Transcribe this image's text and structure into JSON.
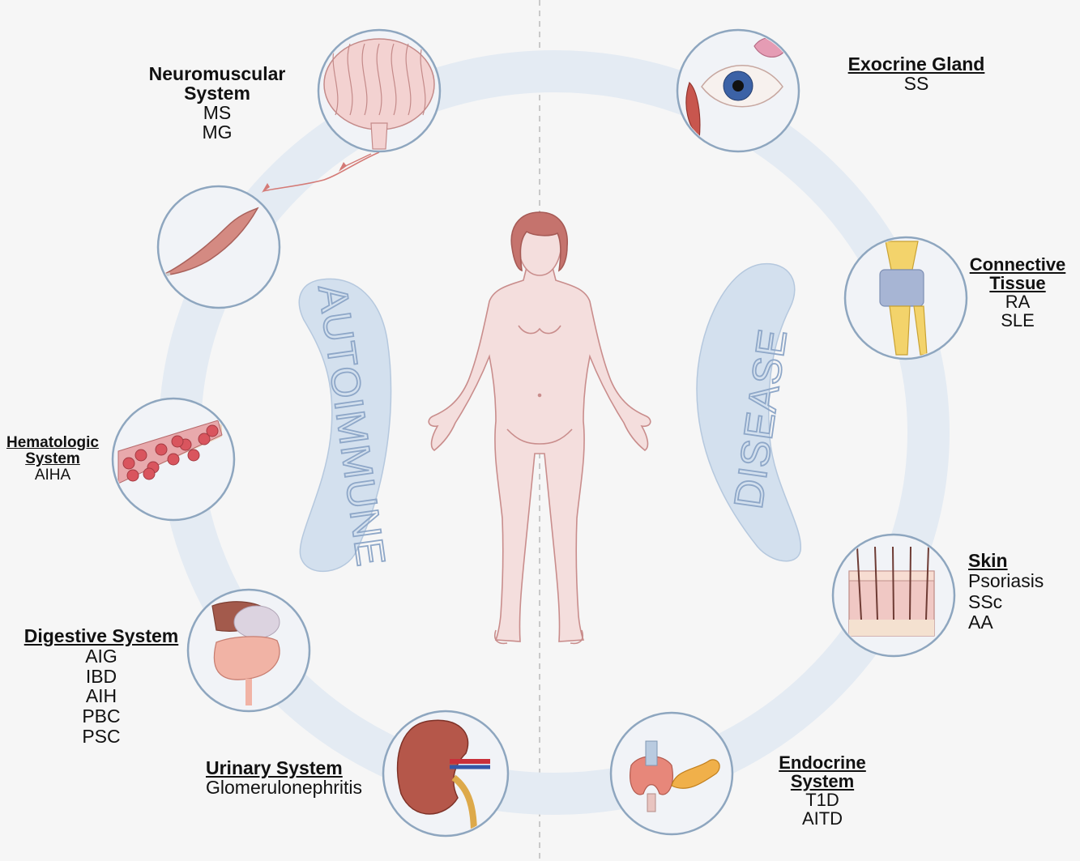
{
  "banner_left": "AUTOIMMUNE",
  "banner_right": "DISEASE",
  "systems": [
    {
      "id": "neuro",
      "title_lines": [
        "Neuromuscular",
        "System"
      ],
      "underline": false,
      "diseases": [
        "MS",
        "MG"
      ],
      "icon": "brain-icon"
    },
    {
      "id": "muscle",
      "title_lines": [],
      "diseases": [],
      "icon": "muscle-icon"
    },
    {
      "id": "heme",
      "title_lines": [
        "Hematologic",
        "System"
      ],
      "underline": true,
      "diseases": [
        "AIHA"
      ],
      "icon": "blood-vessel-icon"
    },
    {
      "id": "digestive",
      "title_lines": [
        "Digestive System"
      ],
      "underline": true,
      "diseases": [
        "AIG",
        "IBD",
        "AIH",
        "PBC",
        "PSC"
      ],
      "icon": "digestive-organs-icon"
    },
    {
      "id": "urinary",
      "title_lines": [
        "Urinary System"
      ],
      "underline": true,
      "diseases": [
        "Glomerulonephritis"
      ],
      "icon": "kidney-icon"
    },
    {
      "id": "endocrine",
      "title_lines": [
        "Endocrine",
        "System"
      ],
      "underline": true,
      "diseases": [
        "T1D",
        "AITD"
      ],
      "icon": "thyroid-pancreas-icon"
    },
    {
      "id": "skin",
      "title_lines": [
        "Skin"
      ],
      "underline": true,
      "diseases": [
        "Psoriasis",
        "SSc",
        "AA"
      ],
      "icon": "skin-layers-icon"
    },
    {
      "id": "connective",
      "title_lines": [
        "Connective",
        "Tissue"
      ],
      "underline": true,
      "diseases": [
        "RA",
        "SLE"
      ],
      "icon": "knee-joint-icon"
    },
    {
      "id": "exocrine",
      "title_lines": [
        "Exocrine Gland"
      ],
      "underline": true,
      "diseases": [
        "SS"
      ],
      "icon": "eye-gland-icon"
    }
  ],
  "colors": {
    "ring": "#e4ebf3",
    "circle_stroke": "#8ea6bf",
    "banner_fill": "#d3e0ee",
    "body_fill": "#f4dedd",
    "body_stroke": "#c98d8c",
    "hair": "#c5736d"
  }
}
